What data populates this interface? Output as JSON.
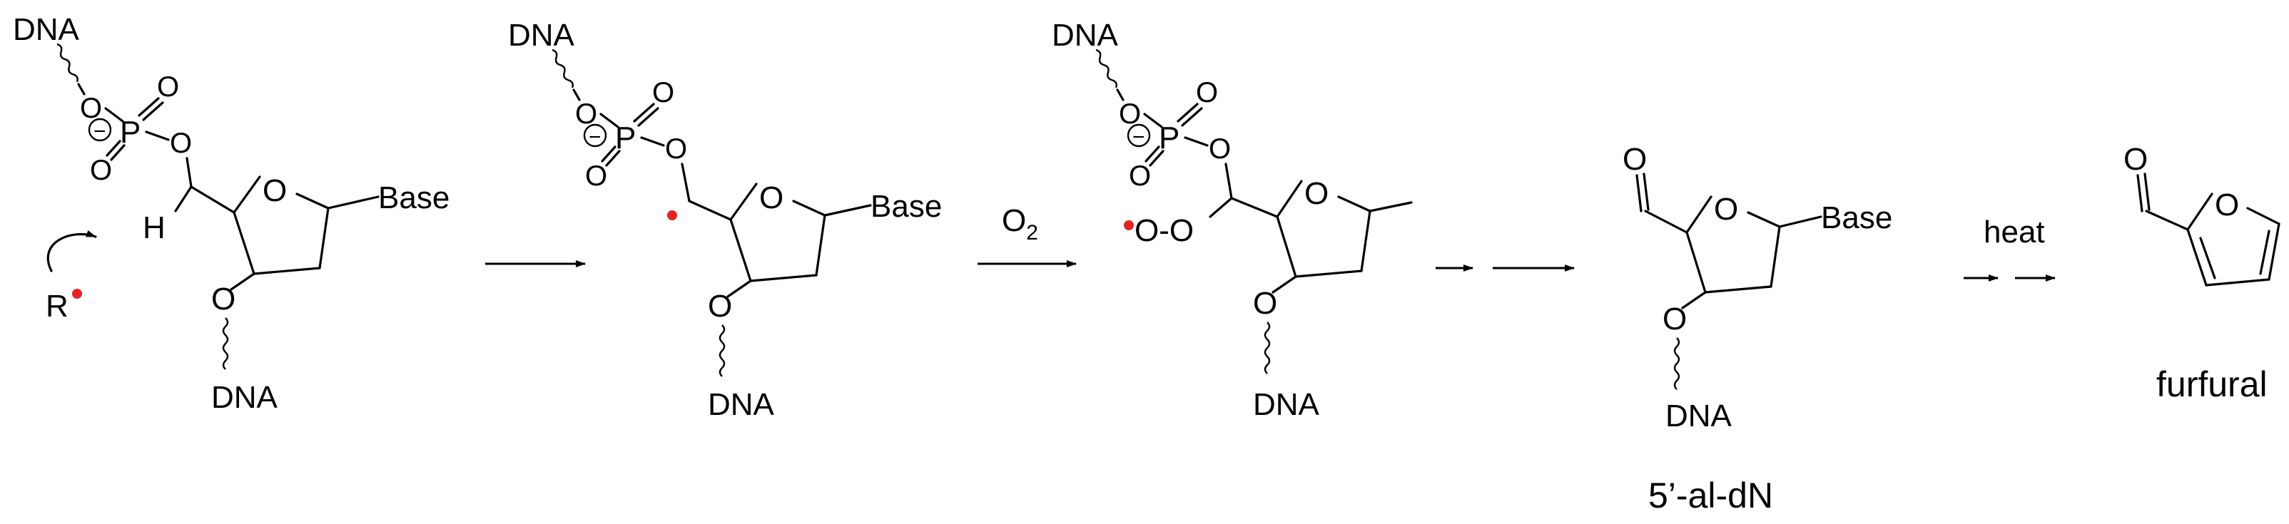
{
  "labels": {
    "dna": "DNA",
    "o": "O",
    "p": "P",
    "h": "H",
    "r": "R",
    "base": "Base",
    "minus": "−",
    "o2": "O",
    "o2_sub": "2",
    "heat": "heat",
    "oo": "O-O"
  },
  "captions": {
    "aldehyde_product": "5’-al-dN",
    "furfural": "furfural"
  },
  "colors": {
    "radical": "#e8211f",
    "ink": "#000000"
  }
}
